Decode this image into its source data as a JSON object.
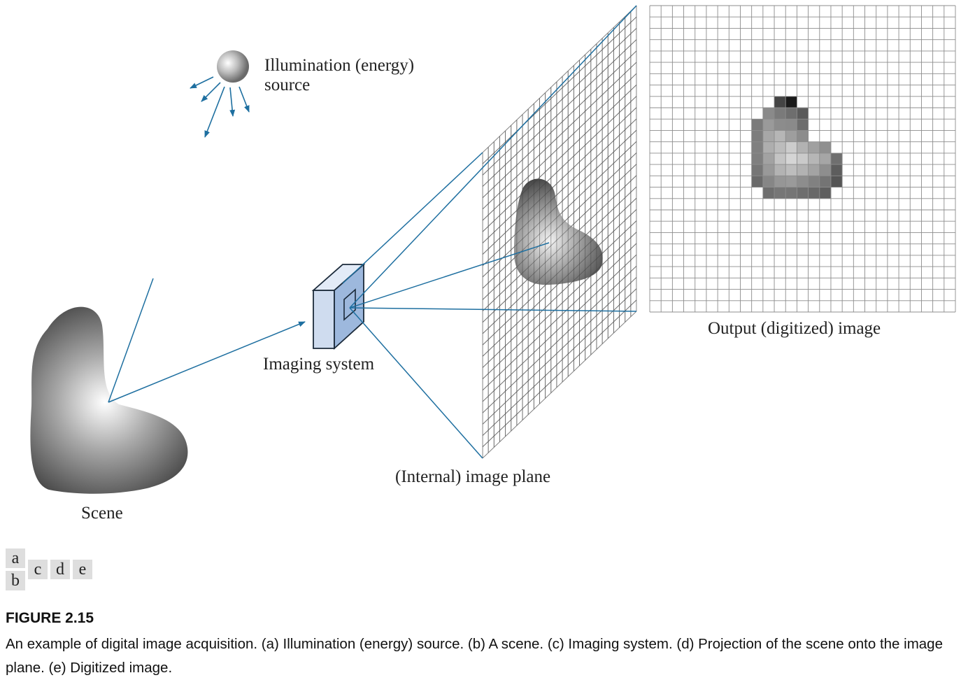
{
  "labels": {
    "source_line1": "Illumination (energy)",
    "source_line2": "source",
    "imaging_system": "Imaging system",
    "image_plane": "(Internal) image plane",
    "output": "Output (digitized) image",
    "scene": "Scene"
  },
  "panels": [
    "a",
    "b",
    "c",
    "d",
    "e"
  ],
  "caption": {
    "figure": "FIGURE 2.15",
    "text": "An example of digital image acquisition. (a) Illumination (energy) source. (b) A scene. (c) Imaging system. (d) Projection of the scene onto the image plane. (e) Digitized image."
  },
  "colors": {
    "ray": "#1e6fa0",
    "box_front": "#cfdcef",
    "box_side": "#9db8dd",
    "grid": "#9a9a9a"
  },
  "digitized_image": {
    "rows": 27,
    "cols": 27,
    "cells": [
      [
        8,
        11,
        "#444444"
      ],
      [
        8,
        12,
        "#1a1a1a"
      ],
      [
        9,
        10,
        "#8a8a8a"
      ],
      [
        9,
        11,
        "#7a7a7a"
      ],
      [
        9,
        12,
        "#6e6e6e"
      ],
      [
        9,
        13,
        "#5a5a5a"
      ],
      [
        10,
        9,
        "#7b7b7b"
      ],
      [
        10,
        10,
        "#9a9a9a"
      ],
      [
        10,
        11,
        "#8c8c8c"
      ],
      [
        10,
        12,
        "#8a8a8a"
      ],
      [
        10,
        13,
        "#6d6d6d"
      ],
      [
        11,
        9,
        "#7d7d7d"
      ],
      [
        11,
        10,
        "#a7a7a7"
      ],
      [
        11,
        11,
        "#b6b6b6"
      ],
      [
        11,
        12,
        "#9e9e9e"
      ],
      [
        11,
        13,
        "#8c8c8c"
      ],
      [
        12,
        9,
        "#808080"
      ],
      [
        12,
        10,
        "#aeaeae"
      ],
      [
        12,
        11,
        "#bcbcbc"
      ],
      [
        12,
        12,
        "#cccccc"
      ],
      [
        12,
        13,
        "#b2b2b2"
      ],
      [
        12,
        14,
        "#a0a0a0"
      ],
      [
        12,
        15,
        "#8f8f8f"
      ],
      [
        13,
        9,
        "#7f7f7f"
      ],
      [
        13,
        10,
        "#a2a2a2"
      ],
      [
        13,
        11,
        "#c4c4c4"
      ],
      [
        13,
        12,
        "#d5d5d5"
      ],
      [
        13,
        13,
        "#cacaca"
      ],
      [
        13,
        14,
        "#b6b6b6"
      ],
      [
        13,
        15,
        "#a6a6a6"
      ],
      [
        13,
        16,
        "#6f6f6f"
      ],
      [
        14,
        9,
        "#767676"
      ],
      [
        14,
        10,
        "#999999"
      ],
      [
        14,
        11,
        "#b3b3b3"
      ],
      [
        14,
        12,
        "#bdbdbd"
      ],
      [
        14,
        13,
        "#b2b2b2"
      ],
      [
        14,
        14,
        "#a3a3a3"
      ],
      [
        14,
        15,
        "#8e8e8e"
      ],
      [
        14,
        16,
        "#5d5d5d"
      ],
      [
        15,
        9,
        "#6a6a6a"
      ],
      [
        15,
        10,
        "#868686"
      ],
      [
        15,
        11,
        "#969696"
      ],
      [
        15,
        12,
        "#9a9a9a"
      ],
      [
        15,
        13,
        "#8d8d8d"
      ],
      [
        15,
        14,
        "#818181"
      ],
      [
        15,
        15,
        "#747474"
      ],
      [
        15,
        16,
        "#555555"
      ],
      [
        16,
        10,
        "#6e6e6e"
      ],
      [
        16,
        11,
        "#767676"
      ],
      [
        16,
        12,
        "#757575"
      ],
      [
        16,
        13,
        "#6e6e6e"
      ],
      [
        16,
        14,
        "#686868"
      ],
      [
        16,
        15,
        "#5e5e5e"
      ]
    ]
  }
}
